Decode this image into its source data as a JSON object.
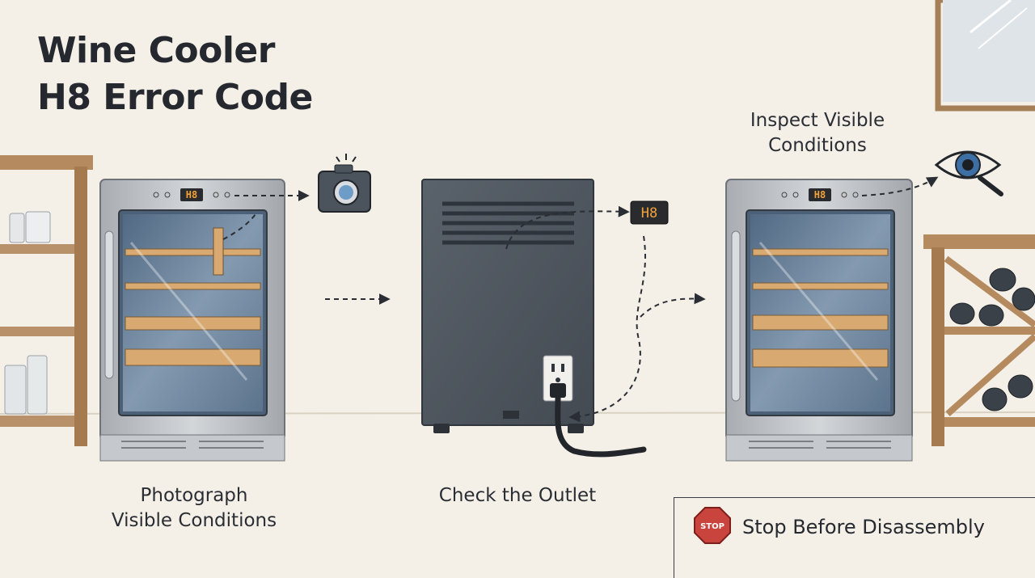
{
  "title": {
    "line1": "Wine Cooler",
    "line2": "H8 Error Code"
  },
  "steps": [
    {
      "caption_line1": "Photograph",
      "caption_line2": "Visible Conditions"
    },
    {
      "caption_line1": "Check the Outlet"
    },
    {
      "caption_line1": "Inspect Visible",
      "caption_line2": "Conditions"
    }
  ],
  "warning": {
    "label": "Stop Before Disassembly",
    "sign_text": "STOP"
  },
  "display_code": "H8",
  "colors": {
    "background": "#f4f0e7",
    "ink": "#25292f",
    "steel": "#b8bcc1",
    "glass": "#6f86a0",
    "wood": "#c79a66",
    "display": "#f2a23a",
    "stop_red": "#c9443c",
    "back_panel": "#4c545d"
  },
  "icons": [
    "camera-icon",
    "eye-magnifier-icon",
    "stop-sign-icon",
    "power-outlet-icon",
    "error-display-icon"
  ]
}
